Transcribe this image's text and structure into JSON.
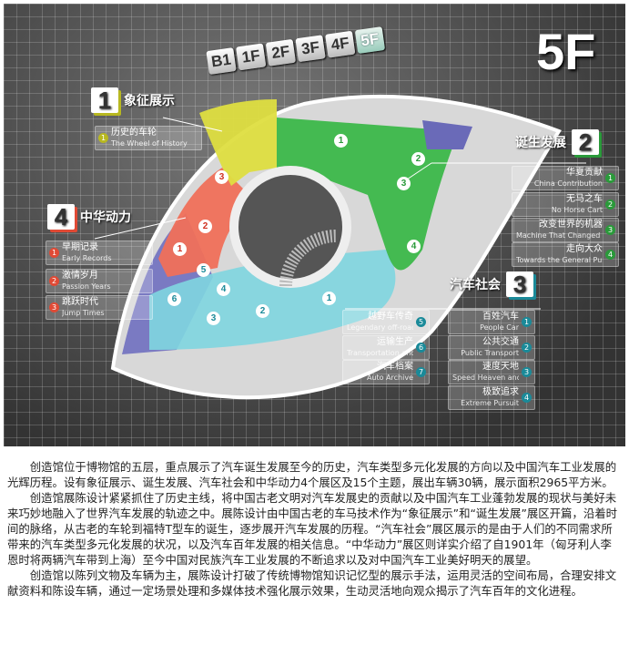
{
  "floors": {
    "current": "5F",
    "tabs": [
      "B1",
      "1F",
      "2F",
      "3F",
      "4F",
      "5F"
    ]
  },
  "colors": {
    "zone1": "#d6d43a",
    "zone2": "#3cb84a",
    "zone3": "#6fd0dc",
    "zone4": "#ef6a55",
    "purple": "#6a6ab8"
  },
  "zones": [
    {
      "num": "1",
      "title": "象征展示",
      "color": "#b8b820",
      "items": [
        {
          "n": "1",
          "cn": "历史的车轮",
          "en": "The Wheel of History"
        }
      ]
    },
    {
      "num": "2",
      "title": "诞生发展",
      "color": "#2a9a3a",
      "items": [
        {
          "n": "1",
          "cn": "华夏贡献",
          "en": "China Contribution"
        },
        {
          "n": "2",
          "cn": "无马之车",
          "en": "No Horse Cart"
        },
        {
          "n": "3",
          "cn": "改变世界的机器",
          "en": "Machine That Changed the World"
        },
        {
          "n": "4",
          "cn": "走向大众",
          "en": "Towards the General Public"
        }
      ]
    },
    {
      "num": "3",
      "title": "汽车社会",
      "color": "#1a8a99",
      "items": [
        {
          "n": "1",
          "cn": "百姓汽车",
          "en": "People Car"
        },
        {
          "n": "2",
          "cn": "公共交通",
          "en": "Public Transport"
        },
        {
          "n": "3",
          "cn": "速度天地",
          "en": "Speed Heaven and Earth"
        },
        {
          "n": "4",
          "cn": "极致追求",
          "en": "Extreme Pursuit"
        },
        {
          "n": "5",
          "cn": "越野车传奇",
          "en": "Legendary off-road vehicles"
        },
        {
          "n": "6",
          "cn": "运输生产",
          "en": "Transportation and Production"
        },
        {
          "n": "7",
          "cn": "汽车档案",
          "en": "Auto Archive"
        }
      ]
    },
    {
      "num": "4",
      "title": "中华动力",
      "color": "#e04a35",
      "items": [
        {
          "n": "1",
          "cn": "早期记录",
          "en": "Early Records"
        },
        {
          "n": "2",
          "cn": "激情岁月",
          "en": "Passion Years"
        },
        {
          "n": "3",
          "cn": "跳跃时代",
          "en": "Jump Times"
        }
      ]
    }
  ],
  "markers": {
    "green": [
      "1",
      "2",
      "3",
      "4"
    ],
    "red": [
      "1",
      "2",
      "3"
    ],
    "blue": [
      "1",
      "2",
      "3",
      "4",
      "5",
      "6"
    ]
  },
  "paragraphs": [
    "创造馆位于博物馆的五层，重点展示了汽车诞生发展至今的历史，汽车类型多元化发展的方向以及中国汽车工业发展的光辉历程。设有象征展示、诞生发展、汽车社会和中华动力4个展区及15个主题，展出车辆30辆，展示面积2965平方米。",
    "创造馆展陈设计紧紧抓住了历史主线，将中国古老文明对汽车发展史的贡献以及中国汽车工业蓬勃发展的现状与美好未来巧妙地融入了世界汽车发展的轨迹之中。展陈设计由中国古老的车马技术作为“象征展示”和“诞生发展”展区开篇，沿着时间的脉络，从古老的车轮到福特T型车的诞生，逐步展开汽车发展的历程。“汽车社会”展区展示的是由于人们的不同需求所带来的汽车类型多元化发展的状况，以及汽车百年发展的相关信息。“中华动力”展区则详实介绍了自1901年（匈牙利人李恩时将两辆汽车带到上海）至今中国对民族汽车工业发展的不断追求以及对中国汽车工业美好明天的展望。",
    "创造馆以陈列文物及车辆为主，展陈设计打破了传统博物馆知识记忆型的展示手法，运用灵活的空间布局，合理安排文献资料和陈设车辆，通过一定场景处理和多媒体技术强化展示效果，生动灵活地向观众揭示了汽车百年的文化进程。"
  ]
}
